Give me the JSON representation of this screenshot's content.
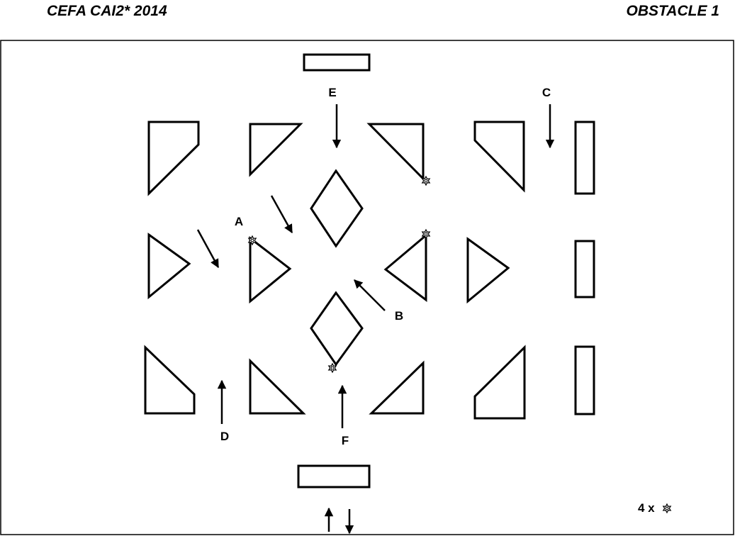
{
  "header": {
    "left_title": "CEFA CAI2* 2014",
    "right_title": "OBSTACLE 1"
  },
  "gates": {
    "A": "A",
    "B": "B",
    "C": "C",
    "D": "D",
    "E": "E",
    "F": "F"
  },
  "legend": {
    "text": "4 x",
    "icon": "star-marker-icon"
  }
}
